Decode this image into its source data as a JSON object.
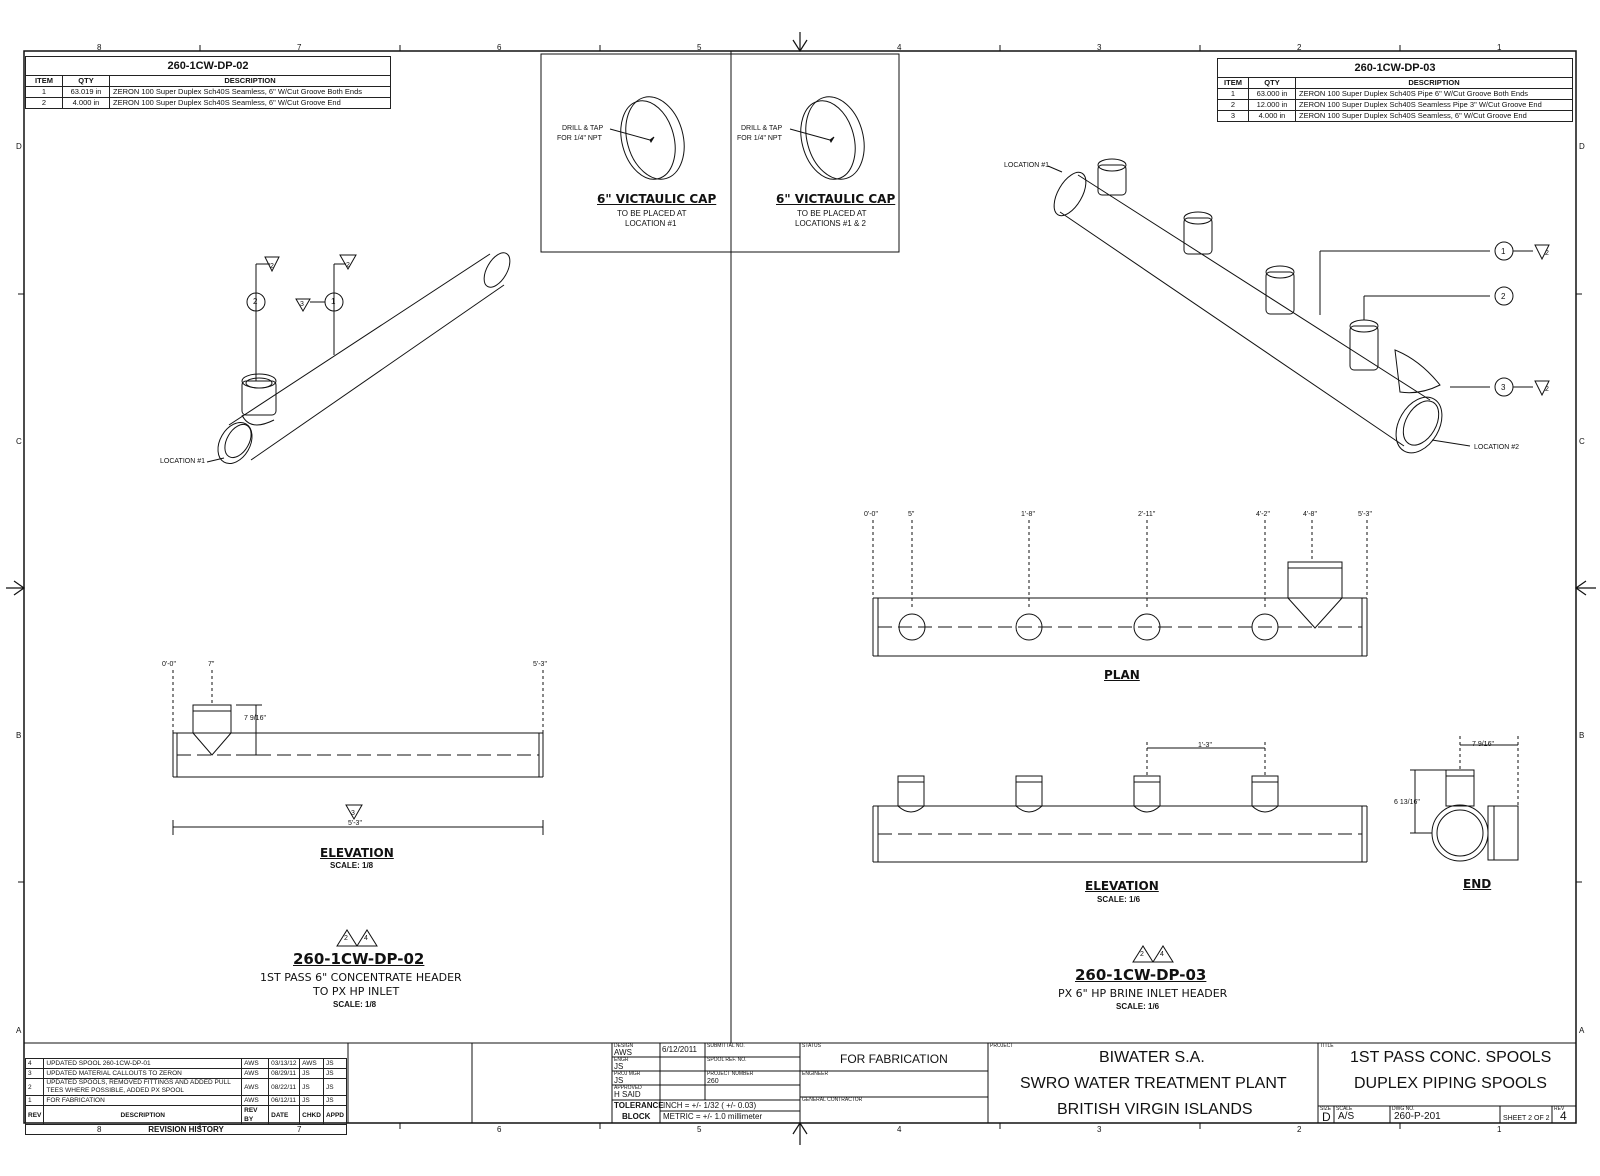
{
  "zones": {
    "top": [
      "8",
      "7",
      "6",
      "5",
      "4",
      "3",
      "2",
      "1"
    ],
    "left": [
      "D",
      "C",
      "B",
      "A"
    ],
    "right": [
      "D",
      "C",
      "B",
      "A"
    ]
  },
  "bom_left": {
    "title": "260-1CW-DP-02",
    "headers": [
      "ITEM",
      "QTY",
      "DESCRIPTION"
    ],
    "rows": [
      [
        "1",
        "63.019 in",
        "ZERON 100 Super Duplex Sch40S Seamless, 6\" W/Cut Groove Both Ends"
      ],
      [
        "2",
        "4.000 in",
        "ZERON 100 Super Duplex Sch40S Seamless, 6\" W/Cut Groove End"
      ]
    ]
  },
  "bom_right": {
    "title": "260-1CW-DP-03",
    "headers": [
      "ITEM",
      "QTY",
      "DESCRIPTION"
    ],
    "rows": [
      [
        "1",
        "63.000 in",
        "ZERON 100 Super Duplex Sch40S Pipe 6\" W/Cut Groove Both Ends"
      ],
      [
        "2",
        "12.000 in",
        "ZERON 100 Super Duplex Sch40S Seamless Pipe 3\" W/Cut Groove End"
      ],
      [
        "3",
        "4.000 in",
        "ZERON 100 Super Duplex Sch40S Seamless, 6\" W/Cut Groove End"
      ]
    ]
  },
  "caps": [
    {
      "note": "DRILL & TAP",
      "note2": "FOR 1/4\" NPT",
      "title": "6\" VICTAULIC CAP",
      "sub1": "TO BE PLACED AT",
      "sub2": "LOCATION #1"
    },
    {
      "note": "DRILL & TAP",
      "note2": "FOR 1/4\" NPT",
      "title": "6\" VICTAULIC CAP",
      "sub1": "TO BE PLACED AT",
      "sub2": "LOCATIONS #1 & 2"
    }
  ],
  "left_view": {
    "location1": "LOCATION #1",
    "balloons": {
      "b1": "1",
      "b2": "2",
      "t2a": "2",
      "t2b": "2",
      "t3": "3",
      "t3b": "3"
    },
    "elev_dims": {
      "d0": "0'-0\"",
      "d7": "7\"",
      "d53": "5'-3\"",
      "dh": "7 9/16\"",
      "dlen": "5'-3\""
    },
    "elev_title": "ELEVATION",
    "elev_scale": "SCALE: 1/8",
    "rev_marks": [
      "2",
      "4"
    ],
    "part_title": "260-1CW-DP-02",
    "part_sub1": "1ST PASS 6\" CONCENTRATE HEADER",
    "part_sub2": "TO PX HP INLET",
    "part_scale": "SCALE: 1/8"
  },
  "right_view": {
    "location1": "LOCATION #1",
    "location2": "LOCATION #2",
    "balloons": {
      "b1": "1",
      "b2": "2",
      "b3": "3",
      "t2a": "2",
      "t2b": "2"
    },
    "plan_dims": [
      "0'-0\"",
      "5\"",
      "1'-8\"",
      "2'-11\"",
      "4'-2\"",
      "4'-8\"",
      "5'-3\""
    ],
    "plan_title": "PLAN",
    "elev_dim": "1'-3\"",
    "elev_title": "ELEVATION",
    "elev_scale": "SCALE: 1/6",
    "end_dim_w": "7 9/16\"",
    "end_dim_h": "6 13/16\"",
    "end_title": "END",
    "rev_marks": [
      "2",
      "4"
    ],
    "part_title": "260-1CW-DP-03",
    "part_sub1": "PX 6\" HP BRINE INLET HEADER",
    "part_scale": "SCALE: 1/6"
  },
  "revision": {
    "rows": [
      [
        "4",
        "UPDATED SPOOL 260-1CW-DP-01",
        "AWS",
        "03/13/12",
        "AWS",
        "JS"
      ],
      [
        "3",
        "UPDATED MATERIAL CALLOUTS TO ZERON",
        "AWS",
        "08/29/11",
        "JS",
        "JS"
      ],
      [
        "2",
        "UPDATED SPOOLS, REMOVED FITTINGS AND ADDED PULL TEES WHERE POSSIBLE, ADDED PX SPOOL",
        "AWS",
        "08/22/11",
        "JS",
        "JS"
      ],
      [
        "1",
        "FOR FABRICATION",
        "AWS",
        "06/12/11",
        "JS",
        "JS"
      ]
    ],
    "headers": [
      "REV",
      "DESCRIPTION",
      "REV BY",
      "DATE",
      "CHKD",
      "APPD"
    ],
    "title": "REVISION HISTORY"
  },
  "titleblock": {
    "drawn_lbl": "DESIGN",
    "drawn_by": "AWS",
    "date": "6/12/2011",
    "engr_lbl": "ENGR",
    "engr": "JS",
    "proj_mgr_lbl": "PROJ MGR",
    "proj_mgr": "JS",
    "approved_lbl": "APPROVED",
    "approved": "H SAID",
    "submittal_lbl": "SUBMITTAL NO.",
    "spool_lbl": "SPOOL REF. NO.",
    "project_number_lbl": "PROJECT NUMBER",
    "project_number": "260",
    "tolerance_title1": "TOLERANCE",
    "tolerance_title2": "BLOCK",
    "tol_inch": "INCH = +/- 1/32 ( +/- 0.03)",
    "tol_metric": "METRIC = +/- 1.0 millimeter",
    "status_lbl": "STATUS",
    "status": "FOR FABRICATION",
    "engineer_lbl": "ENGINEER",
    "gc_lbl": "GENERAL CONTRACTOR",
    "project_lbl": "PROJECT",
    "project1": "BIWATER S.A.",
    "project2": "SWRO WATER TREATMENT PLANT",
    "project3": "BRITISH VIRGIN ISLANDS",
    "title_lbl": "TITLE",
    "title1": "1ST PASS CONC. SPOOLS",
    "title2": "DUPLEX PIPING SPOOLS",
    "size_lbl": "SIZE",
    "size": "D",
    "scale_lbl": "SCALE",
    "scale": "A/S",
    "dwg_lbl": "DWG NO.",
    "dwg": "260-P-201",
    "sheet": "SHEET 2 OF 2",
    "rev_lbl": "REV",
    "rev": "4"
  }
}
